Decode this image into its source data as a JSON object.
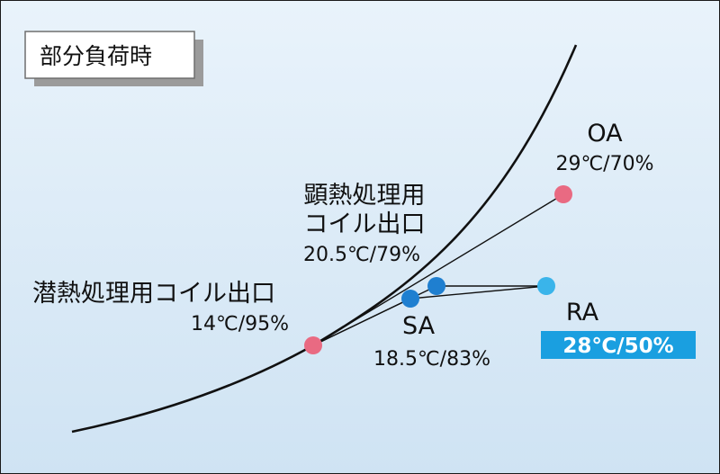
{
  "title": "部分負荷時",
  "points": {
    "oa": {
      "name": "OA",
      "value": "29℃/70%",
      "color": "#e96a82"
    },
    "sensible_coil_outlet": {
      "name_line1": "顕熱処理用",
      "name_line2": "コイル出口",
      "value": "20.5℃/79%"
    },
    "latent_coil_outlet": {
      "name": "潜熱処理用コイル出口",
      "value": "14℃/95%",
      "color": "#e96a82"
    },
    "sa": {
      "name": "SA",
      "value": "18.5℃/83%",
      "color": "#1f7fd0"
    },
    "ra": {
      "name": "RA",
      "value": "28℃/50%",
      "color": "#3ab4ea",
      "highlight_color": "#1a9fe0"
    }
  },
  "colors": {
    "background_top": "#e9f3fb",
    "background_bottom": "#cfe3f3",
    "line": "#111111"
  }
}
